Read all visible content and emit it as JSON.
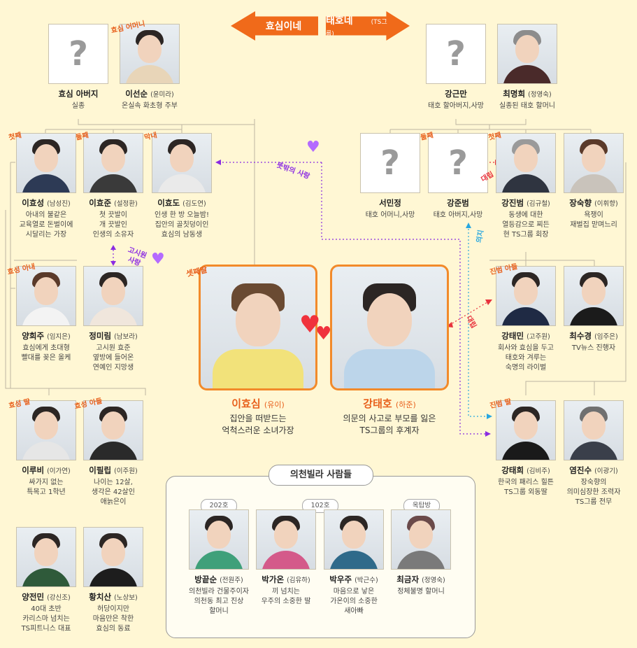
{
  "header": {
    "left_label": "효심이네",
    "right_label": "태호네",
    "right_sub": "(TS그룹)"
  },
  "colors": {
    "accent": "#f06a1a",
    "relation": "#8a2be2",
    "link": "#27a7e0"
  },
  "people": {
    "father": {
      "name": "효심 아버지",
      "actor": "",
      "desc": "실종",
      "tag": ""
    },
    "mother": {
      "name": "이선순",
      "actor": "(윤미라)",
      "desc": "온실속 화초형 주부",
      "tag": "효심 어머니"
    },
    "grandfather": {
      "name": "강근만",
      "actor": "",
      "desc": "태호 할아버지,사망",
      "tag": ""
    },
    "grandmother": {
      "name": "최명희",
      "actor": "(정영숙)",
      "desc": "실종된 태호 할머니",
      "tag": ""
    },
    "hyoseong": {
      "name": "이효성",
      "actor": "(남성진)",
      "desc": "아내의 불같은\n교육열로 돈벌이에\n시달리는 가장",
      "tag": "첫째"
    },
    "hyojun": {
      "name": "이효준",
      "actor": "(설정환)",
      "desc": "첫 끗발이\n개 끗발인\n인생의 소유자",
      "tag": "둘째"
    },
    "hyodo": {
      "name": "이효도",
      "actor": "(김도연)",
      "desc": "인생 한 방 오늘밤!\n집안의 골칫덩이인\n효심의 남동생",
      "tag": "막내"
    },
    "minjeong": {
      "name": "서민정",
      "actor": "",
      "desc": "태호 어머니,사망",
      "tag": ""
    },
    "junbeom": {
      "name": "강준범",
      "actor": "",
      "desc": "태호 아버지,사망",
      "tag": "둘째"
    },
    "jinbeom": {
      "name": "강진범",
      "actor": "(김규철)",
      "desc": "동생에 대한\n열등감으로 찌든\n현 TS그룹 회장",
      "tag": "첫째"
    },
    "sukhyang": {
      "name": "장숙향",
      "actor": "(이휘향)",
      "desc": "욕쟁이\n재벌집 맏며느리",
      "tag": ""
    },
    "huiju": {
      "name": "양희주",
      "actor": "(임지은)",
      "desc": "효심에게 초대형\n빨대를 꽂은 올케",
      "tag": "효성 아내"
    },
    "mirim": {
      "name": "정미림",
      "actor": "(남보라)",
      "desc": "고시원 효준\n옆방에 들어온\n연예인 지망생",
      "tag": ""
    },
    "hyosim": {
      "name": "이효심",
      "actor": "(유이)",
      "desc": "집안을 떠받드는\n억척스러운 소녀가장",
      "tag": "셋째딸"
    },
    "taeho": {
      "name": "강태호",
      "actor": "(하준)",
      "desc": "의문의 사고로 부모를 잃은\nTS그룹의 후계자",
      "tag": ""
    },
    "taemin": {
      "name": "강태민",
      "actor": "(고주원)",
      "desc": "회사와 효심을 두고\n태호와 겨루는\n숙명의 라이벌",
      "tag": "진범 아들"
    },
    "sugyeong": {
      "name": "최수경",
      "actor": "(임주은)",
      "desc": "TV뉴스 진행자",
      "tag": ""
    },
    "rubi": {
      "name": "이루비",
      "actor": "(이가연)",
      "desc": "싸가지 없는\n특목고 1학년",
      "tag": "효성 딸"
    },
    "pillip": {
      "name": "이필립",
      "actor": "(이주원)",
      "desc": "나이는 12살,\n생각은 42살인\n애늙은이",
      "tag": "효성 아들"
    },
    "taehui": {
      "name": "강태희",
      "actor": "(김비주)",
      "desc": "한국의 패리스 힐튼\nTS그룹 외동딸",
      "tag": "진범 딸"
    },
    "jinsu": {
      "name": "염진수",
      "actor": "(이광기)",
      "desc": "장숙향의\n의미심장한 조력자\nTS그룹 전무",
      "tag": ""
    },
    "jeonmin": {
      "name": "양전민",
      "actor": "(강신조)",
      "desc": "40대 초반\n카리스마 넘치는\nTS피트니스 대표",
      "tag": ""
    },
    "chisan": {
      "name": "황치산",
      "actor": "(노상보)",
      "desc": "허당이지만\n마음만은 착한\n효심의 동료",
      "tag": ""
    },
    "ggeutsun": {
      "name": "방끝순",
      "actor": "(전원주)",
      "desc": "의천빌라 건물주이자\n의천동 최고 진상\n할머니",
      "tag": ""
    },
    "gaon": {
      "name": "박가온",
      "actor": "(김유하)",
      "desc": "끼 넘치는\n우주의 소중한 딸",
      "tag": ""
    },
    "uju": {
      "name": "박우주",
      "actor": "(박근수)",
      "desc": "마음으로 낳은\n가온이의 소중한\n새아빠",
      "tag": ""
    },
    "geumja": {
      "name": "최금자",
      "actor": "(정영숙)",
      "desc": "정체불명 할머니",
      "tag": ""
    }
  },
  "relations": {
    "fate_love": "뜻밖의 사랑",
    "goshiwon_love": "고시원 사랑",
    "rival1": "대립",
    "rival2": "대립",
    "suspicion": "의지"
  },
  "villa": {
    "title": "의천빌라 사람들",
    "room_202": "202호",
    "room_102": "102호",
    "room_rooftop": "옥탑방"
  }
}
